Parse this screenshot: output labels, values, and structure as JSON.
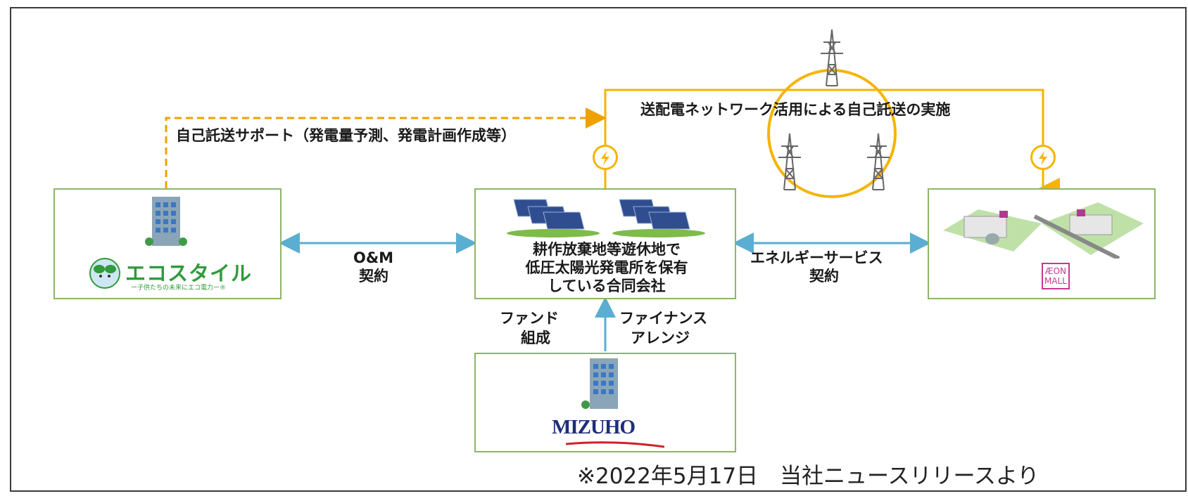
{
  "top_route_label": "送配電ネットワーク活用による自己託送の実施",
  "support_label": "自己託送サポート（発電量予測、発電計画作成等）",
  "ecostyle": {
    "logo_text": "エコスタイル",
    "tagline": "ー子供たちの未来にエコ電力ー®"
  },
  "center_box": {
    "lines": [
      "耕作放棄地等遊休地で",
      "低圧太陽光発電所を保有",
      "している合同会社"
    ]
  },
  "om_contract": {
    "line1": "O&M",
    "line2": "契約"
  },
  "energy_contract": {
    "line1": "エネルギーサービス",
    "line2": "契約"
  },
  "fund": {
    "line1": "ファンド",
    "line2": "組成"
  },
  "finance": {
    "line1": "ファイナンス",
    "line2": "アレンジ"
  },
  "mizuho_logo": "MIZUHO",
  "aeon_logo": {
    "line1": "ÆON",
    "line2": "MALL"
  },
  "footnote": "※2022年5月17日　当社ニュースリリースより",
  "colors": {
    "box_border": "#8db56a",
    "arrow_blue": "#5aaed1",
    "power_yellow": "#f5b400",
    "dashed_orange": "#f0a000"
  }
}
